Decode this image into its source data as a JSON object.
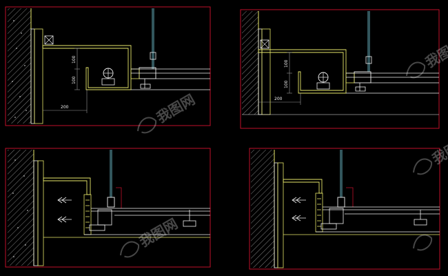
{
  "drawing": {
    "title": "",
    "panels": [
      {
        "name": "ceiling-section-a",
        "labels": {
          "vertical_1": "100",
          "vertical_2": "100",
          "horizontal": "200"
        }
      },
      {
        "name": "ceiling-section-b",
        "labels": {
          "vertical_1": "100",
          "vertical_2": "100",
          "horizontal": "200"
        }
      },
      {
        "name": "ceiling-section-c",
        "labels": {}
      },
      {
        "name": "ceiling-section-d",
        "labels": {}
      }
    ]
  },
  "watermark": {
    "text": "我图网",
    "logo": "wotu-swirl-logo"
  },
  "colors": {
    "background": "#000000",
    "frame": "#c0102a",
    "wall_outline": "#e8e86a",
    "hatch": "#d6d6d6",
    "line_white": "#f2f2f2",
    "cyan_hanger": "#7fd6e6",
    "grey_line": "#9a9a9a"
  }
}
